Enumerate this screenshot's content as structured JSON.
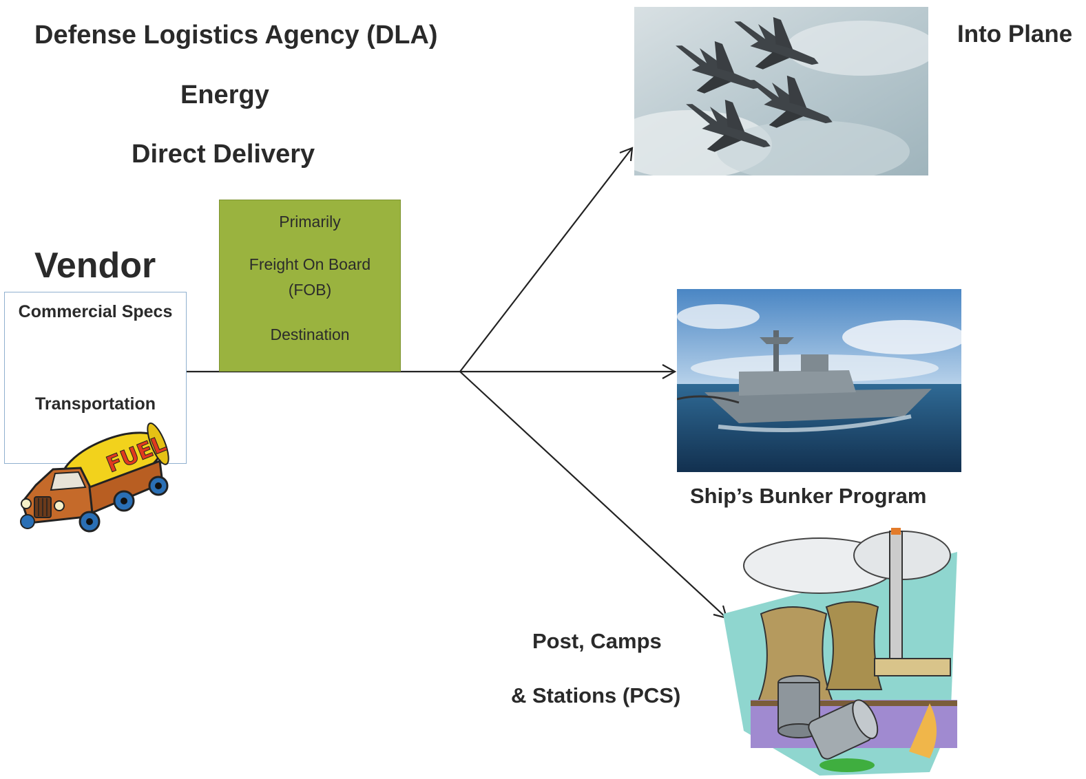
{
  "title": {
    "line1": "Defense Logistics Agency (DLA)",
    "line2": "Energy",
    "line3": "Direct Delivery"
  },
  "vendor": {
    "heading": "Vendor",
    "specs": "Commercial Specs",
    "transportation": "Transportation",
    "truck_text": "FUEL"
  },
  "fob": {
    "line1": "Primarily",
    "line2": "Freight On Board",
    "line3": "(FOB)",
    "line4": "Destination"
  },
  "destinations": {
    "planes": "Into Plane",
    "ships": "Ship’s Bunker Program",
    "posts_line1": "Post, Camps",
    "posts_line2": "& Stations (PCS)"
  },
  "colors": {
    "fob_box": "#9ab33f",
    "vendor_border": "#8fb0cf",
    "arrow": "#222222"
  }
}
